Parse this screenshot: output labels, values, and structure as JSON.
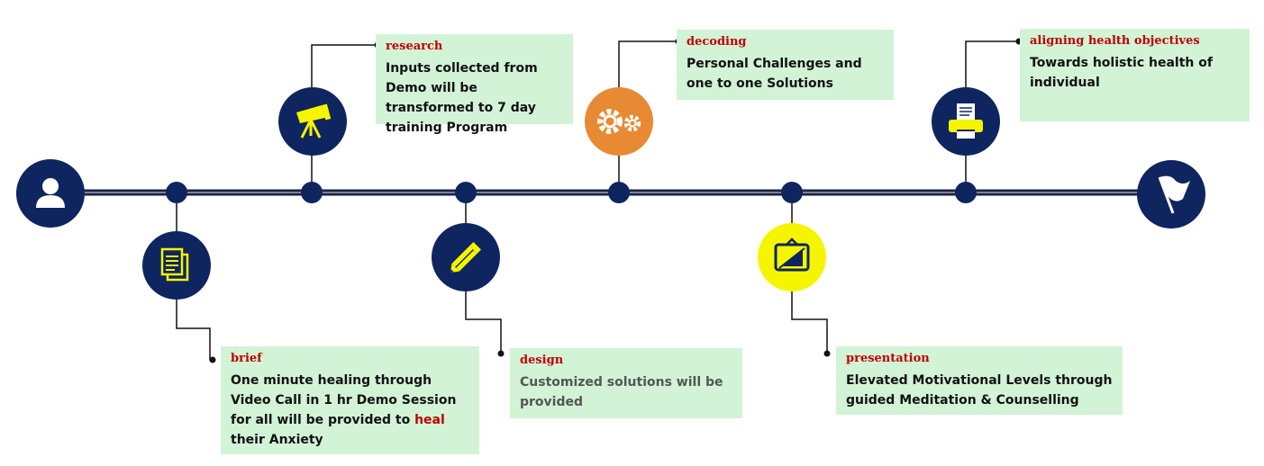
{
  "colors": {
    "navy": "#0f2560",
    "orange": "#e88a33",
    "yellow": "#f5f500",
    "card_bg": "#d2f3d6",
    "title_red": "#c00000"
  },
  "icons": {
    "start": "person-icon",
    "end": "flag-icon",
    "brief": "documents-icon",
    "research": "telescope-icon",
    "design": "pencil-icon",
    "decoding": "gears-icon",
    "presentation": "presentation-board-icon",
    "aligning": "printer-icon"
  },
  "steps": {
    "brief": {
      "title": "brief",
      "body_before": "One minute healing through Video Call in 1  hr Demo Session for all will be provided to ",
      "body_highlight": "heal",
      "body_after": " their Anxiety"
    },
    "research": {
      "title": "research",
      "body": "Inputs collected  from Demo will be transformed to 7 day training Program"
    },
    "design": {
      "title": "design",
      "body": "Customized solutions will be provided"
    },
    "decoding": {
      "title": "decoding",
      "body": "Personal Challenges and one to one Solutions"
    },
    "presentation": {
      "title": "presentation",
      "body": "Elevated Motivational Levels through guided Meditation & Counselling"
    },
    "aligning": {
      "title": "aligning health objectives",
      "body": "Towards holistic health of individual"
    }
  }
}
